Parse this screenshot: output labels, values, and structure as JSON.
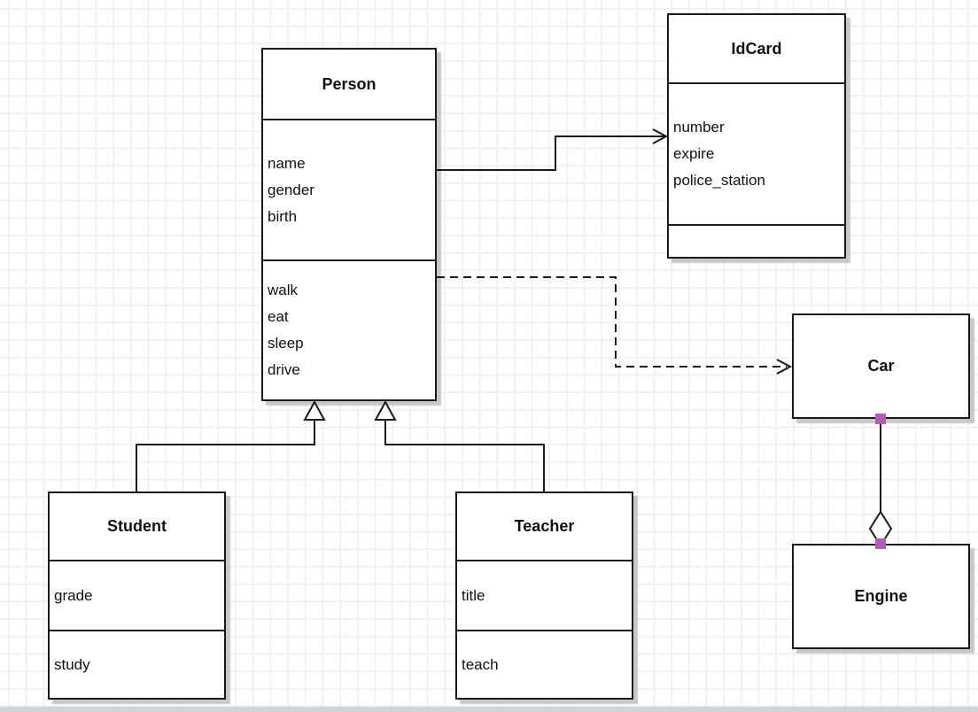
{
  "diagram": {
    "type": "uml-class-diagram",
    "classes": {
      "person": {
        "name": "Person",
        "attributes": [
          "name",
          "gender",
          "birth"
        ],
        "methods": [
          "walk",
          "eat",
          "sleep",
          "drive"
        ]
      },
      "idcard": {
        "name": "IdCard",
        "attributes": [
          "number",
          "expire",
          "police_station"
        ],
        "methods": []
      },
      "student": {
        "name": "Student",
        "attributes": [
          "grade"
        ],
        "methods": [
          "study"
        ]
      },
      "teacher": {
        "name": "Teacher",
        "attributes": [
          "title"
        ],
        "methods": [
          "teach"
        ]
      },
      "car": {
        "name": "Car",
        "attributes": [],
        "methods": []
      },
      "engine": {
        "name": "Engine",
        "attributes": [],
        "methods": []
      }
    },
    "relationships": [
      {
        "from": "Person",
        "to": "IdCard",
        "type": "association",
        "line": "solid",
        "arrowhead": "open"
      },
      {
        "from": "Person",
        "to": "Car",
        "type": "dependency",
        "line": "dashed",
        "arrowhead": "open"
      },
      {
        "from": "Student",
        "to": "Person",
        "type": "generalization",
        "line": "solid",
        "arrowhead": "hollow-triangle"
      },
      {
        "from": "Teacher",
        "to": "Person",
        "type": "generalization",
        "line": "solid",
        "arrowhead": "hollow-triangle"
      },
      {
        "from": "Car",
        "to": "Engine",
        "type": "aggregation",
        "line": "solid",
        "marker": "hollow-diamond",
        "endpoints": "square-handles"
      }
    ],
    "colors": {
      "node_border": "#1a1a1a",
      "node_fill": "#ffffff",
      "shadow": "#c8c8c8",
      "grid_line": "#f1f1f3",
      "endpoint_handle": "#b15fb5"
    }
  }
}
